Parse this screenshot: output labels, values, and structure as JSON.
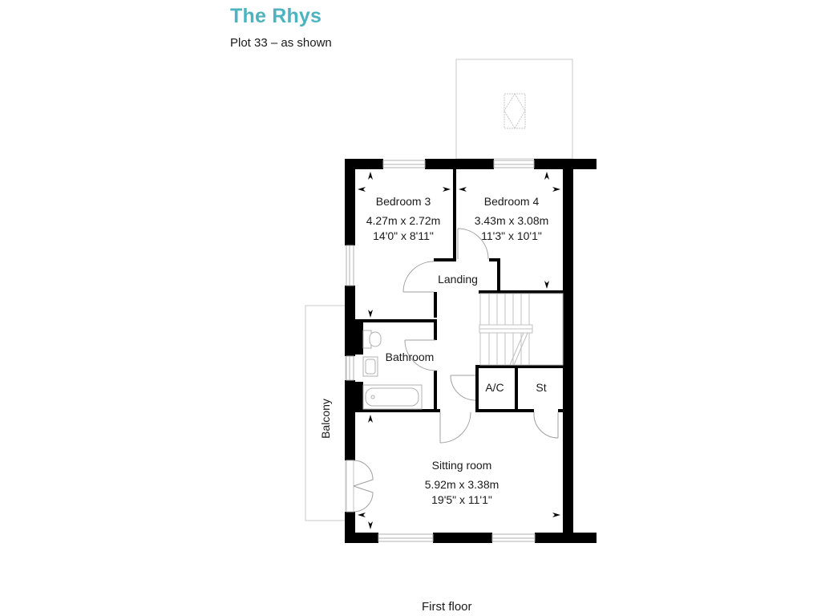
{
  "header": {
    "title": "The Rhys",
    "subtitle": "Plot 33 – as shown"
  },
  "footer": {
    "floor_label": "First floor"
  },
  "colors": {
    "title_accent": "#4db3bf",
    "wall": "#000000",
    "fixture_line": "#b8b8b8",
    "text": "#1a1a1a"
  },
  "rooms": {
    "bedroom3": {
      "name": "Bedroom 3",
      "metric": "4.27m x 2.72m",
      "imperial": "14'0\" x 8'11\""
    },
    "bedroom4": {
      "name": "Bedroom 4",
      "metric": "3.43m x 3.08m",
      "imperial": "11'3\" x 10'1\""
    },
    "landing": {
      "name": "Landing"
    },
    "bathroom": {
      "name": "Bathroom"
    },
    "ac": {
      "name": "A/C"
    },
    "store": {
      "name": "St"
    },
    "sitting_room": {
      "name": "Sitting room",
      "metric": "5.92m x 3.38m",
      "imperial": "19'5\" x 11'1\""
    },
    "balcony": {
      "name": "Balcony"
    }
  }
}
